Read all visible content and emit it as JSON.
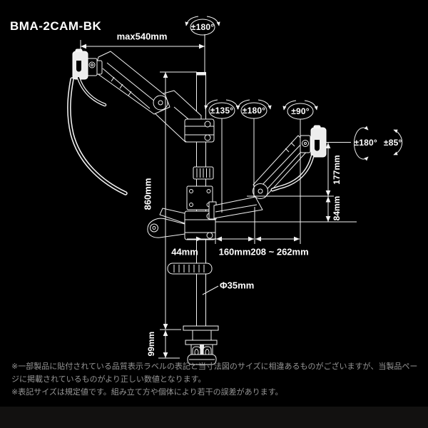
{
  "title": "BMA-2CAM-BK",
  "colors": {
    "background": "#000000",
    "line": "#f2f2f2",
    "text": "#ffffff",
    "note_text": "#959595"
  },
  "labels": {
    "max_width": "max540mm",
    "pole_height": "860mm",
    "clamp_range": "99mm",
    "pole_diameter": "Φ35mm",
    "pole_offset": "44mm",
    "arm_link": "160mm",
    "arm_reach": "208 ~ 262mm",
    "mount_height": "177mm",
    "arm_thickness": "84mm"
  },
  "angles": {
    "pole_rotation": "±180°",
    "arm_swing": "±135°",
    "elbow_rotation": "±180°",
    "head_swivel": "±90°",
    "screen_rotation": "±180°",
    "screen_tilt": "±85°"
  },
  "icons": {
    "rotation_symbol": "ellipse-rotation-arrows",
    "tilt_symbol": "vertical-rotation-arrows"
  },
  "notes": {
    "line1": "※一部製品に貼付されている品質表示ラベルの表記と当寸法図のサイズに相違あるものがございますが、当製品ページに掲載されているものがより正しい数値となります。",
    "line2": "※表記サイズは規定値です。組み立て方や個体により若干の誤差があります。"
  }
}
